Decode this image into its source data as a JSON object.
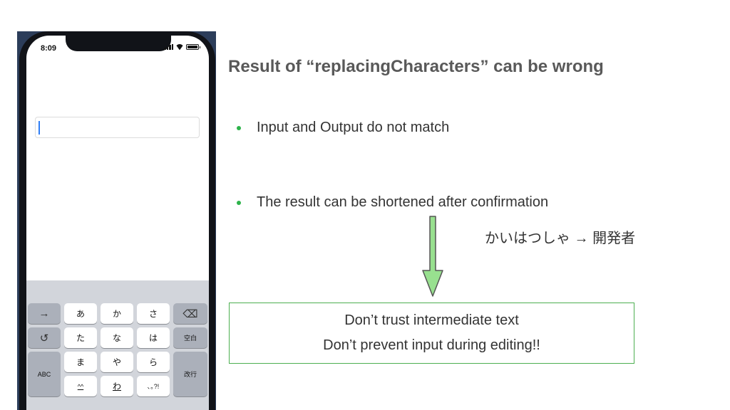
{
  "slide": {
    "title": "Result of “replacingCharacters” can be wrong",
    "bullets": [
      "Input and Output do not match",
      "The result can be shortened after confirmation"
    ],
    "example": "かいはつしゃ → 開発者",
    "conclusion": [
      "Don’t trust intermediate text",
      "Don’t prevent input during editing!!"
    ],
    "colors": {
      "bullet": "#2db34a",
      "arrow_fill": "#98e08f",
      "box_border": "#4caf50",
      "title": "#595959"
    }
  },
  "phone": {
    "time": "8:09",
    "status_icons": [
      "signal-icon",
      "wifi-icon",
      "battery-icon"
    ],
    "text_field_value": "",
    "keyboard": {
      "left_column": [
        "→",
        "↺",
        "ABC"
      ],
      "center_rows": [
        [
          "あ",
          "か",
          "さ"
        ],
        [
          "た",
          "な",
          "は"
        ],
        [
          "ま",
          "や",
          "ら"
        ],
        [
          "^^",
          "わ",
          "､｡?!"
        ]
      ],
      "right_column": [
        "⌫",
        "空白",
        "改行"
      ]
    }
  }
}
